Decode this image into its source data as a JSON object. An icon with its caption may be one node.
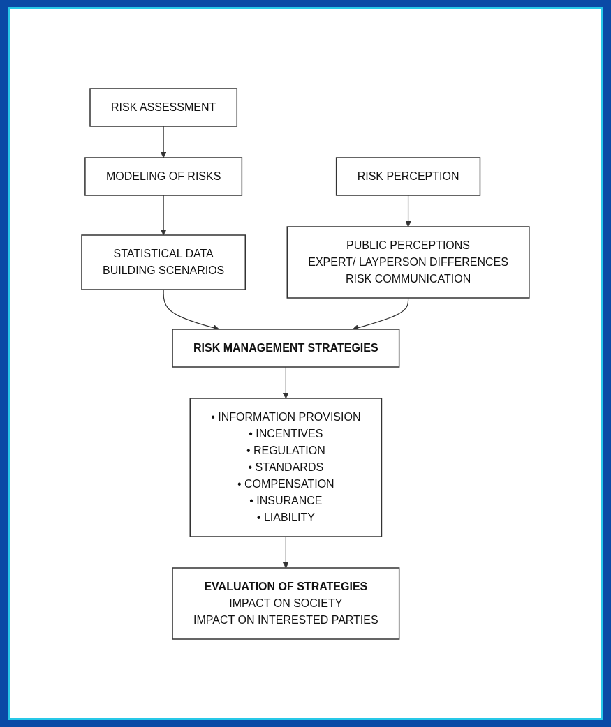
{
  "diagram": {
    "nodes": [
      {
        "text": [
          "RISK ASSESSMENT"
        ]
      },
      {
        "text": [
          "RISK PERCEPTION"
        ]
      },
      {
        "text": [
          "MODELING OF RISKS"
        ]
      },
      {
        "text": [
          "PUBLIC PERCEPTIONS",
          "EXPERT/ LAYPERSON DIFFERENCES",
          "RISK COMMUNICATION"
        ]
      },
      {
        "text": [
          "STATISTICAL DATA",
          "BUILDING SCENARIOS"
        ]
      },
      {
        "text": [
          "RISK MANAGEMENT STRATEGIES"
        ]
      },
      {
        "text": [
          "• INFORMATION PROVISION",
          "• INCENTIVES",
          "• REGULATION",
          "• STANDARDS",
          "• COMPENSATION",
          "• INSURANCE",
          "• LIABILITY"
        ]
      },
      {
        "text": [
          "EVALUATION OF STRATEGIES",
          "IMPACT ON SOCIETY",
          "IMPACT ON INTERESTED PARTIES"
        ]
      }
    ],
    "edges": [
      {
        "from": 0,
        "to": 2,
        "arrow": "to"
      },
      {
        "from": 2,
        "to": 4,
        "arrow": "to"
      },
      {
        "from": 1,
        "to": 3,
        "arrow": "to"
      },
      {
        "from": 4,
        "to": 5,
        "arrow": "to"
      },
      {
        "from": 3,
        "to": 5,
        "arrow": "to"
      },
      {
        "from": 5,
        "to": 6,
        "arrow": "to"
      },
      {
        "from": 6,
        "to": 7,
        "arrow": "to"
      }
    ]
  }
}
